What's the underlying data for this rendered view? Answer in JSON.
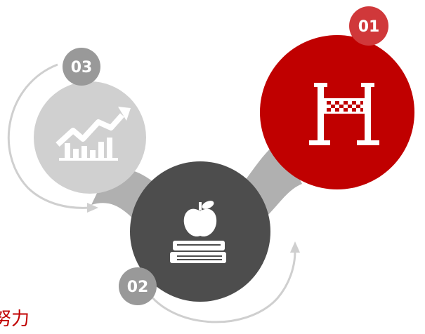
{
  "colors": {
    "accent": "#c00000",
    "badge_red": "#d0383a",
    "dark_gray": "#4d4d4d",
    "mid_gray": "#b0b0b0",
    "light_gray": "#d0d0d0",
    "badge_gray": "#999999"
  },
  "steps": [
    {
      "number": "01",
      "icon": "finish-line-icon"
    },
    {
      "number": "02",
      "icon": "apple-on-books-icon"
    },
    {
      "number": "03",
      "icon": "growth-chart-icon"
    }
  ],
  "bottom_text": "努力"
}
